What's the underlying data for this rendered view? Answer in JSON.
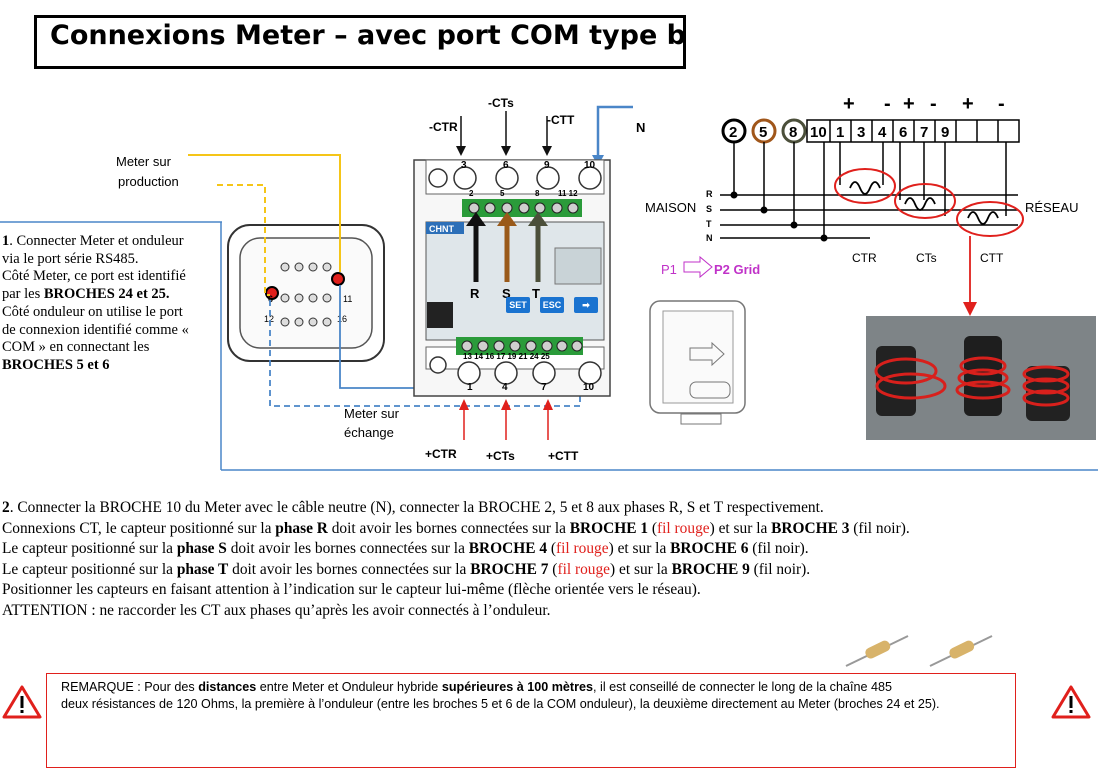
{
  "title": "Connexions Meter – avec port COM type b",
  "step1": {
    "num": "1",
    "p1": ". Connecter Meter et onduleur via le port série RS485.",
    "p2": "Côté Meter, ce port est identifié par les ",
    "p2b": "BROCHES 24 et 25.",
    "p3": "Côté onduleur on utilise le port de connexion identifié comme « COM » en connectant les ",
    "p3b": "BROCHES 5 et 6"
  },
  "diagram": {
    "meter_production": "Meter sur production",
    "meter_exchange": "Meter sur échange",
    "ct_minus": [
      "-CTR",
      "-CTs",
      "-CTT"
    ],
    "ct_plus": [
      "+CTR",
      "+CTs",
      "+CTT"
    ],
    "neutral": "N",
    "top_terminals": [
      "3",
      "6",
      "9",
      "10"
    ],
    "top_pins": [
      "2",
      "5",
      "8",
      "11 12"
    ],
    "bottom_pins": "13 14 16 17 19 21 24 25",
    "bottom_terminals": [
      "1",
      "4",
      "7",
      "10"
    ],
    "phase_letters": [
      "R",
      "S",
      "T"
    ],
    "brand": "CHNT",
    "buttons": [
      "SET",
      "ESC",
      "➡"
    ],
    "com_pins": [
      "6",
      "11",
      "12",
      "16"
    ],
    "terminal_row": [
      "2",
      "5",
      "8",
      "10",
      "1",
      "3",
      "4",
      "6",
      "7",
      "9"
    ],
    "polarity": [
      "+",
      "-",
      "+",
      "-",
      "+",
      "-"
    ],
    "maison": "MAISON",
    "phases": [
      "R",
      "S",
      "T",
      "N"
    ],
    "reseau": "RÉSEAU",
    "ct_names": [
      "CTR",
      "CTs",
      "CTT"
    ],
    "p1": "P1",
    "p2_grid": "P2 Grid"
  },
  "step2": {
    "num": "2",
    "l1": ". Connecter la BROCHE 10 du Meter avec le câble neutre (N), connecter la BROCHE 2, 5 et 8 aux phases R, S et T respectivement.",
    "l2a": "Connexions CT, le capteur positionné sur la ",
    "l2b": "phase R",
    "l2c": " doit avoir les bornes connectées sur la ",
    "l2d": "BROCHE 1",
    "l2e": "fil rouge",
    "l2f": " et sur la ",
    "l2g": "BROCHE 3",
    "l2h": " (fil noir).",
    "l3a": "Le capteur positionné sur la ",
    "l3b": "phase S",
    "l3c": " doit avoir les bornes connectées sur la ",
    "l3d": "BROCHE 4",
    "l3e": "fil rouge",
    "l3f": " et sur la ",
    "l3g": "BROCHE 6",
    "l3h": " (fil noir).",
    "l4a": "Le capteur positionné sur la ",
    "l4b": "phase T",
    "l4c": " doit avoir les bornes connectées sur la ",
    "l4d": "BROCHE 7",
    "l4e": "fil rouge",
    "l4f": " et sur la ",
    "l4g": "BROCHE 9",
    "l4h": " (fil noir).",
    "l5": "Positionner les capteurs en faisant attention à l’indication sur le capteur lui-même (flèche orientée vers le réseau).",
    "l6": "ATTENTION : ne raccorder les CT aux phases qu’après les avoir connectés à l’onduleur."
  },
  "note": {
    "a": "REMARQUE : Pour des ",
    "b": "distances",
    "c": " entre Meter et Onduleur hybride ",
    "d": "supérieures à 100 mètres",
    "e": ", il est conseillé de connecter le long de la chaîne 485",
    "f": "deux résistances de 120 Ohms, la première à l’onduleur (entre les broches 5 et 6 de la COM onduleur), la deuxième directement au Meter (broches 24 et 25)."
  },
  "colors": {
    "red": "#e0201c",
    "blue": "#4a86c8",
    "yellow": "#f5c518",
    "brown": "#9a5a1a",
    "olive": "#4b4f3a"
  }
}
